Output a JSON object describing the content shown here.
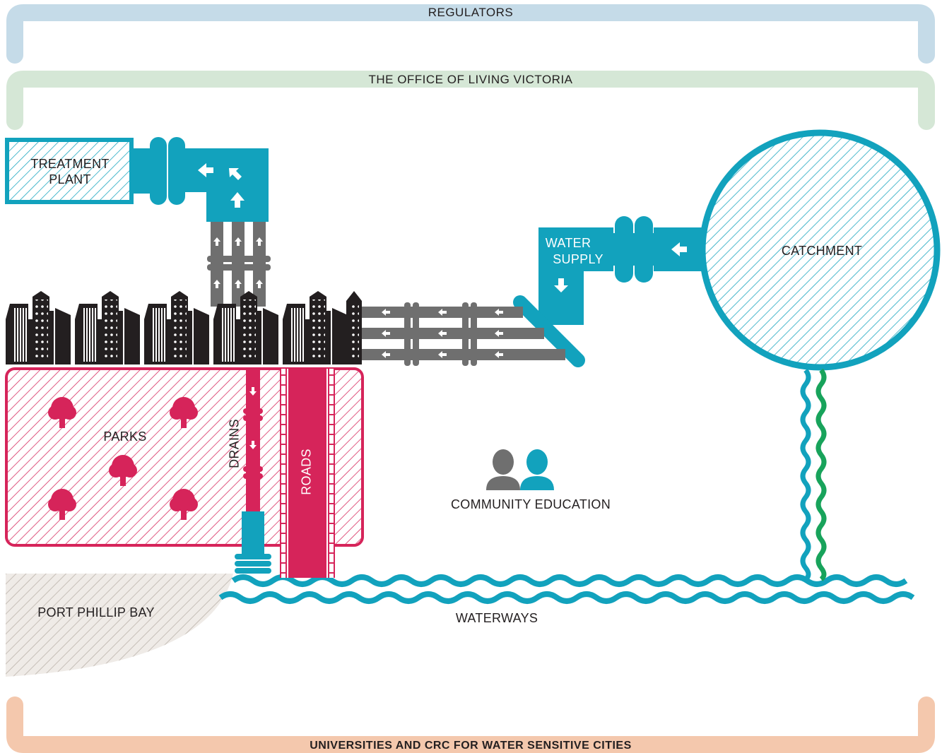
{
  "diagram": {
    "brackets": {
      "top": "REGULATORS",
      "middle": "THE OFFICE OF LIVING VICTORIA",
      "bottom": "UNIVERSITIES AND CRC FOR WATER SENSITIVE CITIES"
    },
    "nodes": {
      "treatment_plant_line1": "TREATMENT",
      "treatment_plant_line2": "PLANT",
      "water_supply_line1": "WATER",
      "water_supply_line2": "SUPPLY",
      "catchment": "CATCHMENT",
      "parks": "PARKS",
      "drains": "DRAINS",
      "roads": "ROADS",
      "community_education": "COMMUNITY EDUCATION",
      "port_phillip_bay": "PORT PHILLIP BAY",
      "waterways": "WATERWAYS"
    },
    "colors": {
      "regulators": "#c5dbe8",
      "office": "#d5e7d6",
      "universities": "#f4c8ad",
      "teal": "#12a2bd",
      "magenta": "#d6245a",
      "grey": "#6f6f6f",
      "black": "#231f20",
      "bay": "#dcd6d0",
      "green": "#18a35b"
    }
  }
}
